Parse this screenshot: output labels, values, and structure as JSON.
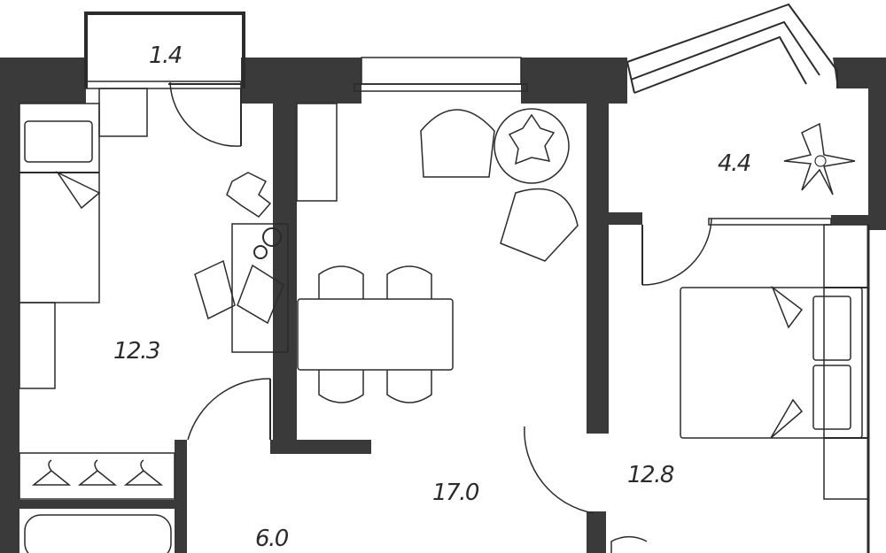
{
  "plan": {
    "colors": {
      "wall": "#3a3a3a",
      "line": "#2b2b2b",
      "background": "#ffffff"
    },
    "rooms": [
      {
        "id": "balcony-left",
        "area": "1.4"
      },
      {
        "id": "bedroom-left",
        "area": "12.3"
      },
      {
        "id": "balcony-right",
        "area": "4.4"
      },
      {
        "id": "living-room",
        "area": "17.0"
      },
      {
        "id": "bedroom-right",
        "area": "12.8"
      },
      {
        "id": "hallway",
        "area": "6.0"
      }
    ],
    "icons": [
      "bed-icon",
      "double-bed-icon",
      "armchair-icon",
      "plant-icon",
      "dining-table-icon",
      "chair-icon",
      "desk-icon",
      "bookshelf-icon",
      "hanger-icon",
      "bathtub-icon",
      "door-swing-icon",
      "window-icon"
    ]
  }
}
